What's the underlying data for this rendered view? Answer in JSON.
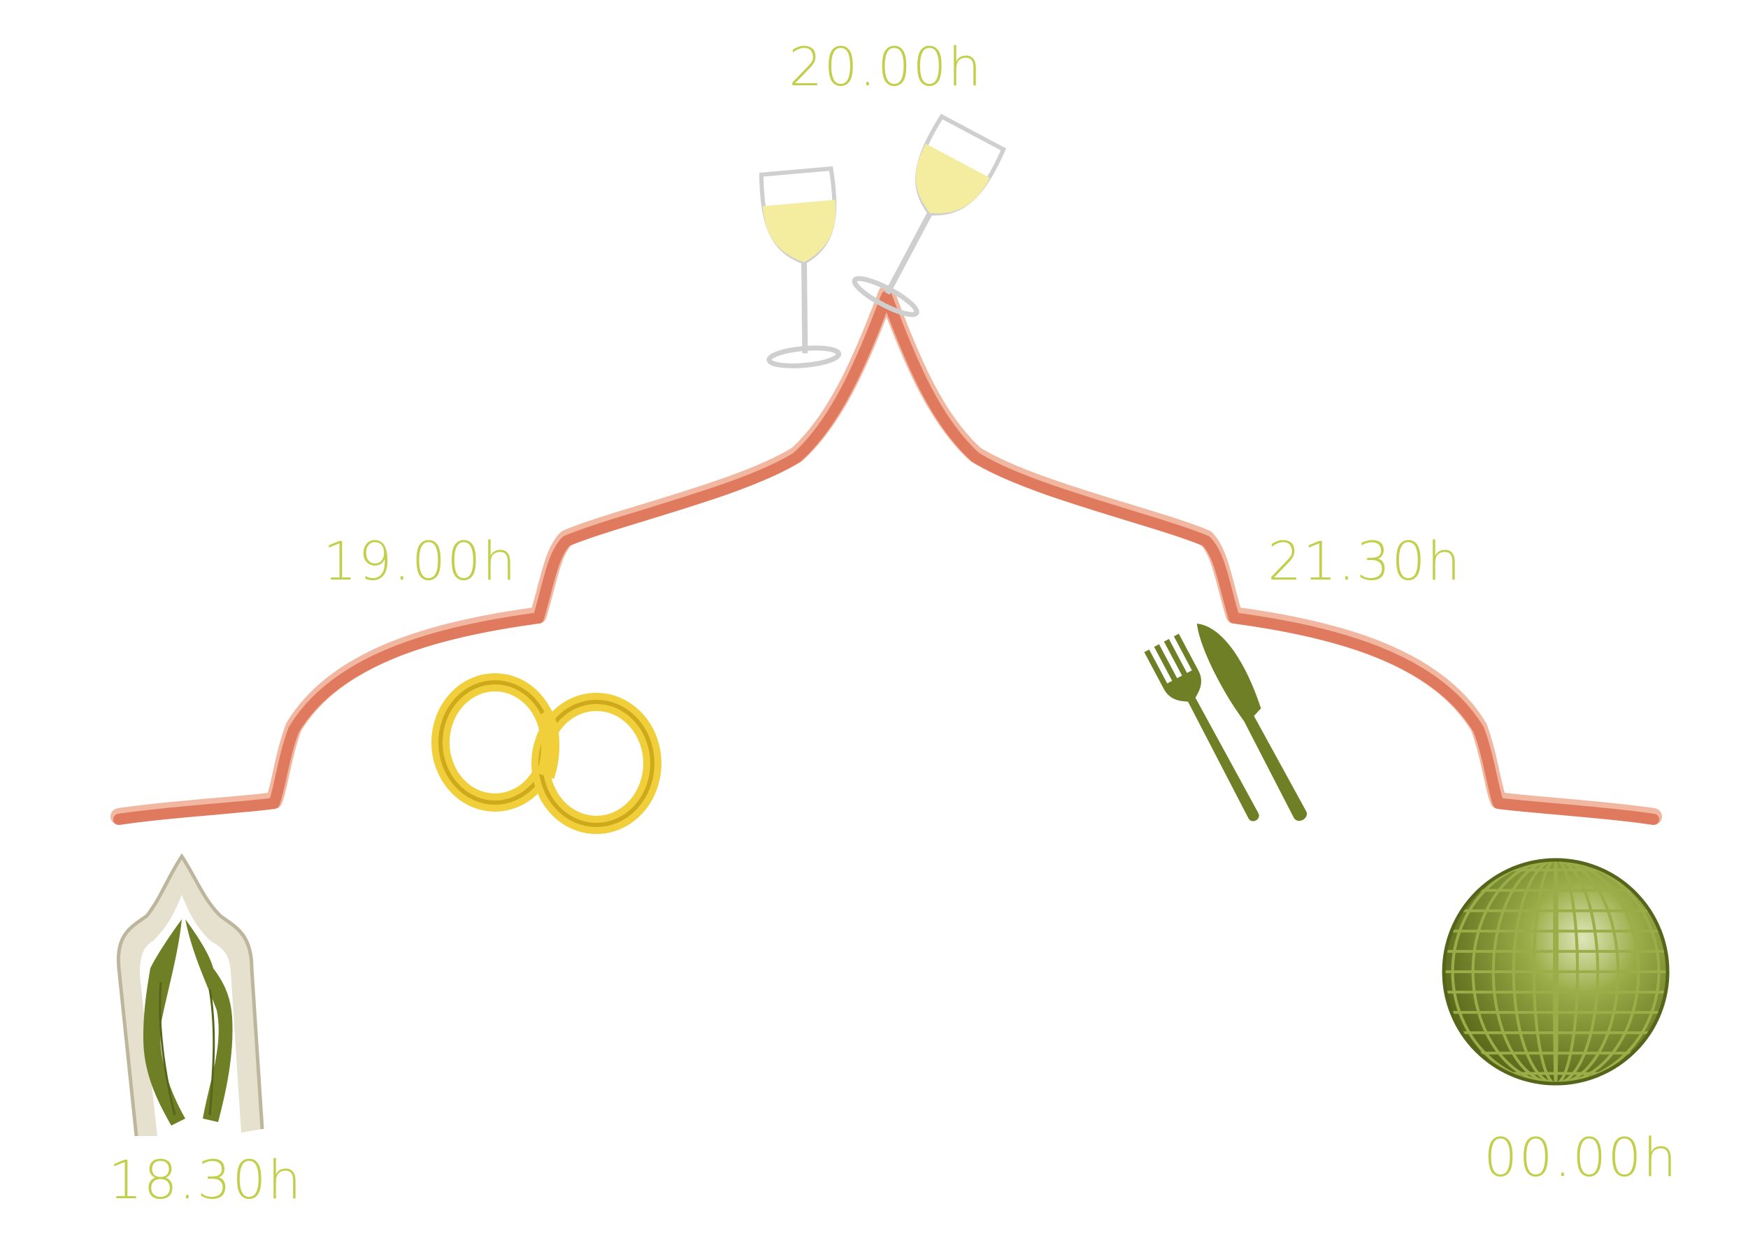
{
  "timeline": {
    "events": [
      {
        "time": "18.30h",
        "icon": "ceremony-arch-icon"
      },
      {
        "time": "19.00h",
        "icon": "wedding-rings-icon"
      },
      {
        "time": "20.00h",
        "icon": "champagne-toast-icon"
      },
      {
        "time": "21.30h",
        "icon": "fork-knife-icon"
      },
      {
        "time": "00.00h",
        "icon": "disco-ball-icon"
      }
    ]
  },
  "colors": {
    "arch_line": "#e07a5f",
    "arch_line_light": "#f2b7a0",
    "time_text": "#c2cf4a",
    "ring_gold": "#f0cf3a",
    "ring_gold_dark": "#cfa91c",
    "olive": "#6f7f26",
    "olive_dark": "#55651a",
    "olive_light": "#9aad48",
    "cream": "#e6e1cf",
    "cream_dark": "#bdb59c",
    "wine": "#f4eda0",
    "glass": "#cfcfcf"
  }
}
